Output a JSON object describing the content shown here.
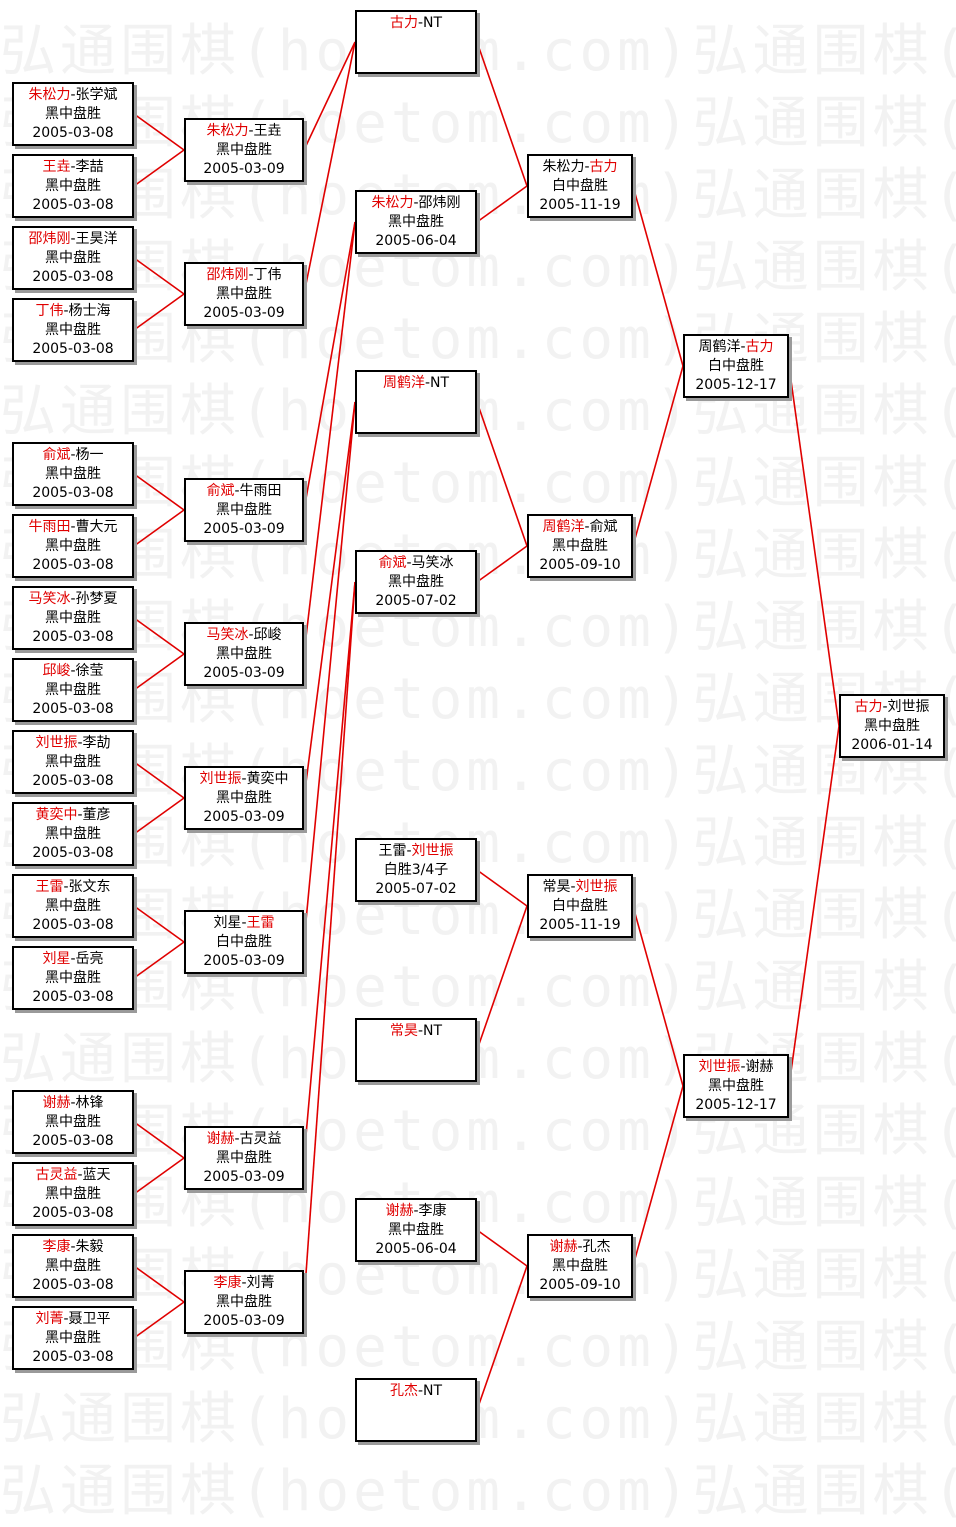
{
  "watermark_text": "弘通围棋(hoetom.com)弘通围棋(hoetom.com)",
  "colors": {
    "winner": "#e00000",
    "line": "#e00000",
    "border": "#000000"
  },
  "bracket": {
    "r1": [
      {
        "p1": "朱松力",
        "p2": "张学斌",
        "w": 1,
        "result": "黑中盘胜",
        "date": "2005-03-08"
      },
      {
        "p1": "王垚",
        "p2": "李喆",
        "w": 1,
        "result": "黑中盘胜",
        "date": "2005-03-08"
      },
      {
        "p1": "邵炜刚",
        "p2": "王昊洋",
        "w": 1,
        "result": "黑中盘胜",
        "date": "2005-03-08"
      },
      {
        "p1": "丁伟",
        "p2": "杨士海",
        "w": 1,
        "result": "黑中盘胜",
        "date": "2005-03-08"
      },
      {
        "p1": "俞斌",
        "p2": "杨一",
        "w": 1,
        "result": "黑中盘胜",
        "date": "2005-03-08"
      },
      {
        "p1": "牛雨田",
        "p2": "曹大元",
        "w": 1,
        "result": "黑中盘胜",
        "date": "2005-03-08"
      },
      {
        "p1": "马笑冰",
        "p2": "孙梦夏",
        "w": 1,
        "result": "黑中盘胜",
        "date": "2005-03-08"
      },
      {
        "p1": "邱峻",
        "p2": "徐莹",
        "w": 1,
        "result": "黑中盘胜",
        "date": "2005-03-08"
      },
      {
        "p1": "刘世振",
        "p2": "李劼",
        "w": 1,
        "result": "黑中盘胜",
        "date": "2005-03-08"
      },
      {
        "p1": "黄奕中",
        "p2": "董彦",
        "w": 1,
        "result": "黑中盘胜",
        "date": "2005-03-08"
      },
      {
        "p1": "王雷",
        "p2": "张文东",
        "w": 1,
        "result": "黑中盘胜",
        "date": "2005-03-08"
      },
      {
        "p1": "刘星",
        "p2": "岳亮",
        "w": 1,
        "result": "黑中盘胜",
        "date": "2005-03-08"
      },
      {
        "p1": "谢赫",
        "p2": "林锋",
        "w": 1,
        "result": "黑中盘胜",
        "date": "2005-03-08"
      },
      {
        "p1": "古灵益",
        "p2": "蓝天",
        "w": 1,
        "result": "黑中盘胜",
        "date": "2005-03-08"
      },
      {
        "p1": "李康",
        "p2": "朱毅",
        "w": 1,
        "result": "黑中盘胜",
        "date": "2005-03-08"
      },
      {
        "p1": "刘菁",
        "p2": "聂卫平",
        "w": 1,
        "result": "黑中盘胜",
        "date": "2005-03-08"
      }
    ],
    "r2": [
      {
        "p1": "朱松力",
        "p2": "王垚",
        "w": 1,
        "result": "黑中盘胜",
        "date": "2005-03-09"
      },
      {
        "p1": "邵炜刚",
        "p2": "丁伟",
        "w": 1,
        "result": "黑中盘胜",
        "date": "2005-03-09"
      },
      {
        "p1": "俞斌",
        "p2": "牛雨田",
        "w": 1,
        "result": "黑中盘胜",
        "date": "2005-03-09"
      },
      {
        "p1": "马笑冰",
        "p2": "邱峻",
        "w": 1,
        "result": "黑中盘胜",
        "date": "2005-03-09"
      },
      {
        "p1": "刘世振",
        "p2": "黄奕中",
        "w": 1,
        "result": "黑中盘胜",
        "date": "2005-03-09"
      },
      {
        "p1": "刘星",
        "p2": "王雷",
        "w": 2,
        "result": "白中盘胜",
        "date": "2005-03-09"
      },
      {
        "p1": "谢赫",
        "p2": "古灵益",
        "w": 1,
        "result": "黑中盘胜",
        "date": "2005-03-09"
      },
      {
        "p1": "李康",
        "p2": "刘菁",
        "w": 1,
        "result": "黑中盘胜",
        "date": "2005-03-09"
      }
    ],
    "r3": [
      {
        "p1": "古力",
        "p2": "NT",
        "w": 1,
        "result": "",
        "date": ""
      },
      {
        "p1": "朱松力",
        "p2": "邵炜刚",
        "w": 1,
        "result": "黑中盘胜",
        "date": "2005-06-04"
      },
      {
        "p1": "周鹤洋",
        "p2": "NT",
        "w": 1,
        "result": "",
        "date": ""
      },
      {
        "p1": "俞斌",
        "p2": "马笑冰",
        "w": 1,
        "result": "黑中盘胜",
        "date": "2005-07-02"
      },
      {
        "p1": "王雷",
        "p2": "刘世振",
        "w": 2,
        "result": "白胜3/4子",
        "date": "2005-07-02"
      },
      {
        "p1": "常昊",
        "p2": "NT",
        "w": 1,
        "result": "",
        "date": ""
      },
      {
        "p1": "谢赫",
        "p2": "李康",
        "w": 1,
        "result": "黑中盘胜",
        "date": "2005-06-04"
      },
      {
        "p1": "孔杰",
        "p2": "NT",
        "w": 1,
        "result": "",
        "date": ""
      }
    ],
    "r4": [
      {
        "p1": "朱松力",
        "p2": "古力",
        "w": 2,
        "result": "白中盘胜",
        "date": "2005-11-19"
      },
      {
        "p1": "周鹤洋",
        "p2": "俞斌",
        "w": 1,
        "result": "黑中盘胜",
        "date": "2005-09-10"
      },
      {
        "p1": "常昊",
        "p2": "刘世振",
        "w": 2,
        "result": "白中盘胜",
        "date": "2005-11-19"
      },
      {
        "p1": "谢赫",
        "p2": "孔杰",
        "w": 1,
        "result": "黑中盘胜",
        "date": "2005-09-10"
      }
    ],
    "r5": [
      {
        "p1": "周鹤洋",
        "p2": "古力",
        "w": 2,
        "result": "白中盘胜",
        "date": "2005-12-17"
      },
      {
        "p1": "刘世振",
        "p2": "谢赫",
        "w": 1,
        "result": "黑中盘胜",
        "date": "2005-12-17"
      }
    ],
    "r6": [
      {
        "p1": "古力",
        "p2": "刘世振",
        "w": 1,
        "result": "黑中盘胜",
        "date": "2006-01-14"
      }
    ]
  }
}
